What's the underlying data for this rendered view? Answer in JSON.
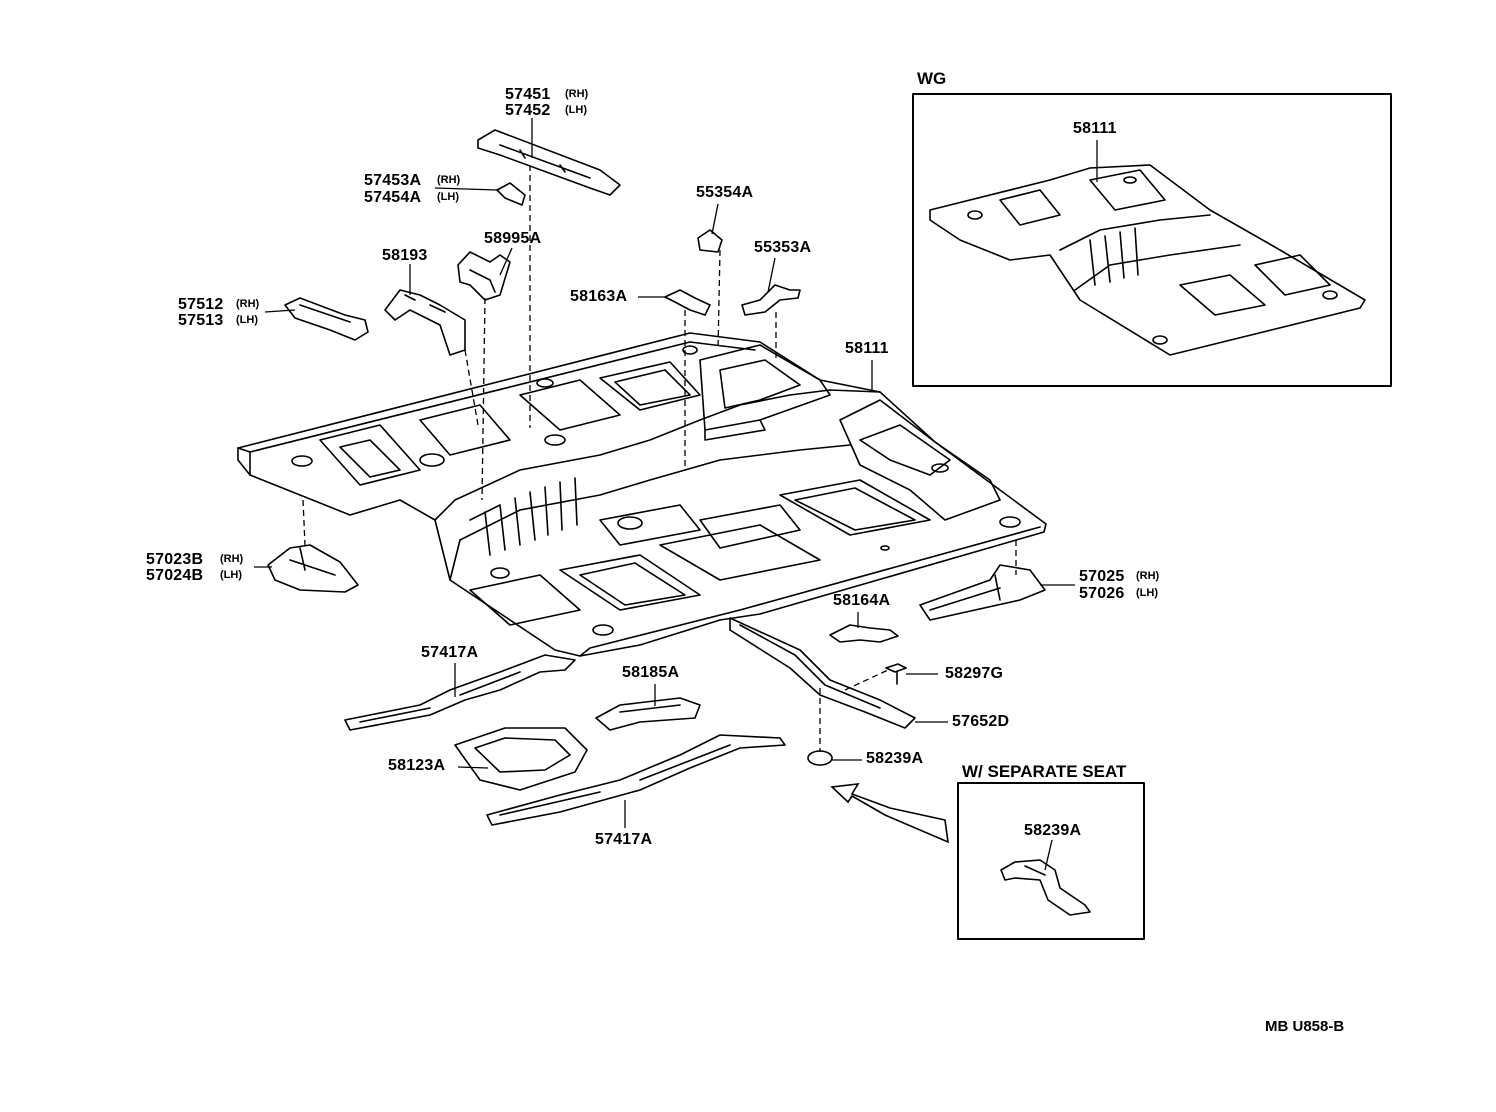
{
  "inset_wg": {
    "title": "WG",
    "part": "58111"
  },
  "inset_seat": {
    "title": "W/ SEPARATE SEAT",
    "part": "58239A"
  },
  "drawing_code": "MB  U858-B",
  "parts": {
    "p57451": {
      "num": "57451",
      "side": "(RH)"
    },
    "p57452": {
      "num": "57452",
      "side": "(LH)"
    },
    "p57453A": {
      "num": "57453A",
      "side": "(RH)"
    },
    "p57454A": {
      "num": "57454A",
      "side": "(LH)"
    },
    "p55354A": {
      "num": "55354A"
    },
    "p58995A": {
      "num": "58995A"
    },
    "p58193": {
      "num": "58193"
    },
    "p55353A": {
      "num": "55353A"
    },
    "p57512": {
      "num": "57512",
      "side": "(RH)"
    },
    "p57513": {
      "num": "57513",
      "side": "(LH)"
    },
    "p58163A": {
      "num": "58163A"
    },
    "p58111": {
      "num": "58111"
    },
    "p57023B": {
      "num": "57023B",
      "side": "(RH)"
    },
    "p57024B": {
      "num": "57024B",
      "side": "(LH)"
    },
    "p57025": {
      "num": "57025",
      "side": "(RH)"
    },
    "p57026": {
      "num": "57026",
      "side": "(LH)"
    },
    "p58164A": {
      "num": "58164A"
    },
    "p57417A_top": {
      "num": "57417A"
    },
    "p58185A": {
      "num": "58185A"
    },
    "p58297G": {
      "num": "58297G"
    },
    "p57652D": {
      "num": "57652D"
    },
    "p58123A": {
      "num": "58123A"
    },
    "p58239A": {
      "num": "58239A"
    },
    "p57417A_bottom": {
      "num": "57417A"
    }
  }
}
